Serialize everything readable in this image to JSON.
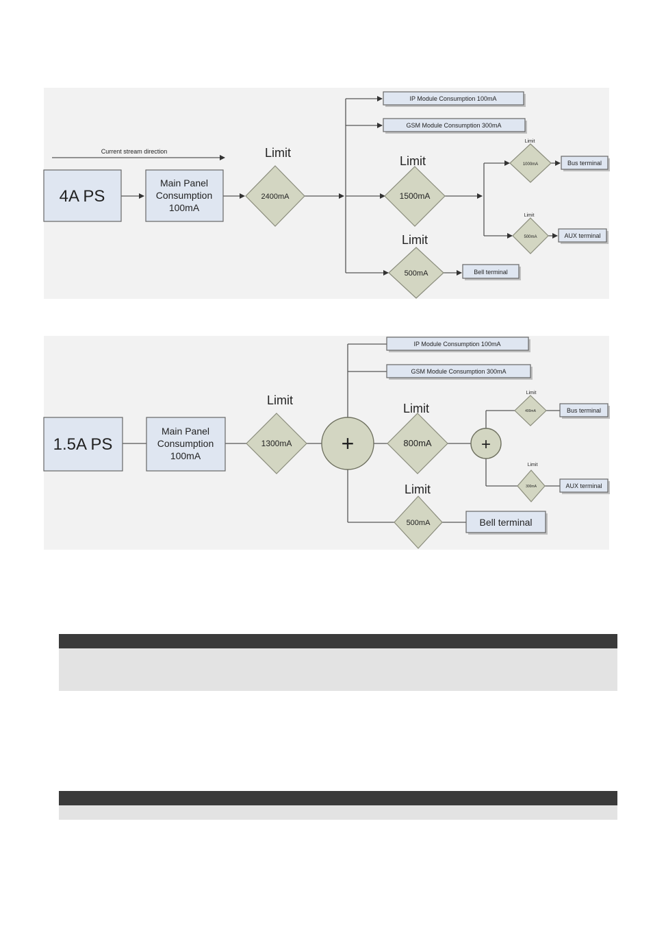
{
  "diagram1": {
    "direction_label": "Current stream direction",
    "ps": "4A PS",
    "main_panel": [
      "Main Panel",
      "Consumption",
      "100mA"
    ],
    "limit_label": "Limit",
    "main_limit": "2400mA",
    "ip_module": "IP Module Consumption 100mA",
    "gsm_module": "GSM Module Consumption 300mA",
    "mid_limit": "1500mA",
    "bell_limit": "500mA",
    "bell": "Bell terminal",
    "bus_limit": "1000mA",
    "bus": "Bus terminal",
    "aux_limit": "500mA",
    "aux": "AUX terminal"
  },
  "diagram2": {
    "ps": "1.5A PS",
    "main_panel": [
      "Main Panel",
      "Consumption",
      "100mA"
    ],
    "limit_label": "Limit",
    "main_limit": "1300mA",
    "plus": "+",
    "ip_module": "IP Module Consumption 100mA",
    "gsm_module": "GSM Module Consumption 300mA",
    "mid_limit": "800mA",
    "bell_limit": "500mA",
    "bell": "Bell terminal",
    "bus_limit": "400mA",
    "bus": "Bus terminal",
    "aux_limit": "300mA",
    "aux": "AUX terminal"
  },
  "colors": {
    "box_fill": "#dfe6f1",
    "diamond_fill": "#d3d6c2",
    "table_header": "#3a3a3a",
    "table_body": "#e3e3e3"
  }
}
